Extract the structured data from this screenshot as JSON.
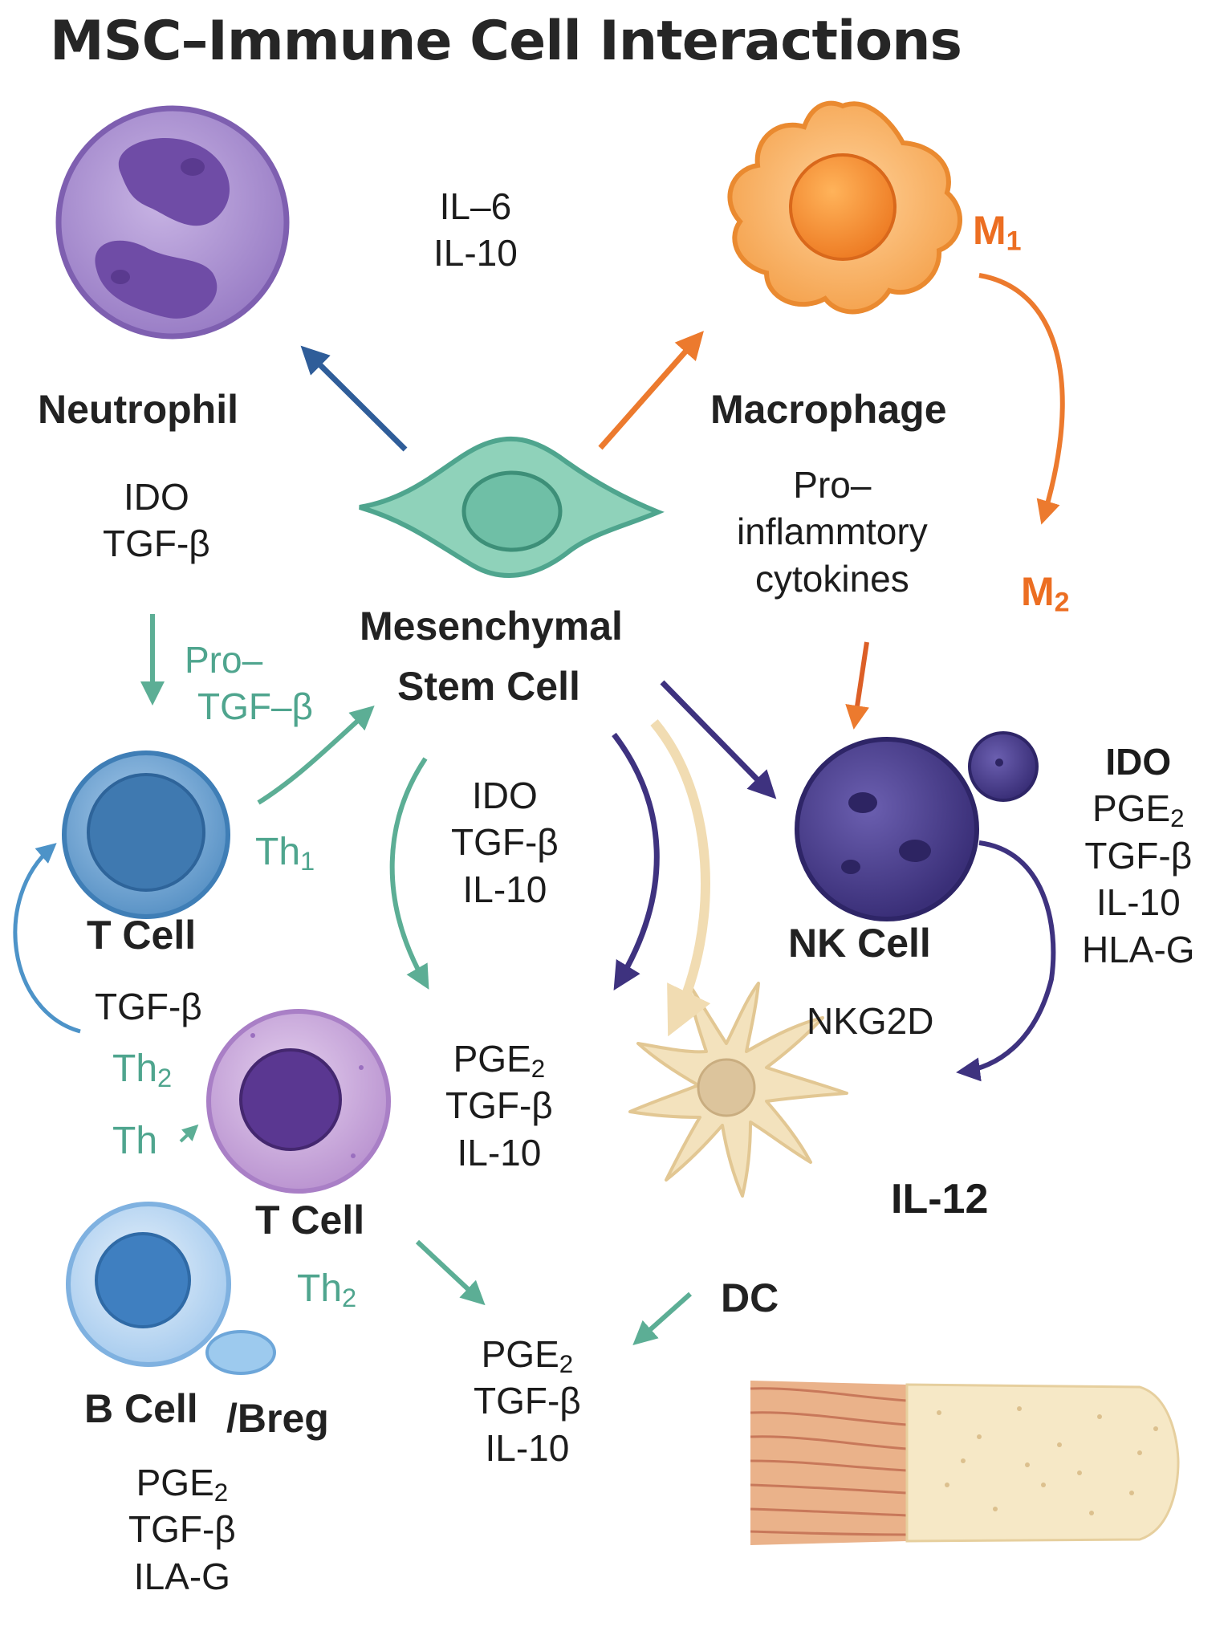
{
  "title": "MSC–Immune Cell Interactions",
  "cells": {
    "neutrophil": "Neutrophil",
    "macrophage": "Macrophage",
    "msc_line1": "Mesenchymal",
    "msc_line2": "Stem Cell",
    "t_cell_top": "T Cell",
    "t_cell_bottom": "T Cell",
    "nk_cell": "NK Cell",
    "dc": "DC",
    "b_cell": "B Cell",
    "breg": "/Breg"
  },
  "labels": {
    "il6_il10": [
      "IL–6",
      "IL-10"
    ],
    "neutrophil_factors": [
      "IDO",
      "TGF-β"
    ],
    "pro_tgf": [
      "Pro–",
      "TGF–β"
    ],
    "macrophage_factors": [
      "Pro–",
      "inflammtory",
      "cytokines"
    ],
    "m1": {
      "base": "M",
      "sub": "1"
    },
    "m2": {
      "base": "M",
      "sub": "2"
    },
    "th1": {
      "base": "Th",
      "sub": "1"
    },
    "th2_left": {
      "base": "Th",
      "sub": "2"
    },
    "th_arrow": "Th",
    "th2_bottom": {
      "base": "Th",
      "sub": "2"
    },
    "t_cell_top_factor": "TGF-β",
    "center_factors": [
      "IDO",
      "TGF-β",
      "IL-10"
    ],
    "nk_marker": "NKG2D",
    "nk_factors": {
      "ido": "IDO",
      "pge_base": "PGE",
      "pge_sub": "2",
      "tgf": "TGF-β",
      "il10": "IL-10",
      "hlag": "HLA-G"
    },
    "tcell_factors": {
      "pge_base": "PGE",
      "pge_sub": "2",
      "tgf": "TGF-β",
      "il10": "IL-10"
    },
    "il12": "IL-12",
    "lower_factors": {
      "pge_base": "PGE",
      "pge_sub": "2",
      "tgf": "TGF-β",
      "il10": "IL-10"
    },
    "bcell_factors": {
      "pge_base": "PGE",
      "pge_sub": "2",
      "tgf": "TGF-β",
      "ilag": "ILA-G"
    }
  },
  "colors": {
    "neutrophil": "#9b7fc4",
    "macrophage": "#f6a24a",
    "msc": "#8fd2ba",
    "t_cell_blue": "#5d98c9",
    "t_cell_purple": "#c7a6d9",
    "nk_cell": "#453a86",
    "dc": "#f3e2bd",
    "b_cell": "#a9cdee",
    "arrow_blue": "#2f5d99",
    "arrow_orange": "#ec7a2e",
    "arrow_teal": "#5cae95",
    "arrow_purple": "#3e327f",
    "arrow_cream": "#f2dfb8"
  }
}
